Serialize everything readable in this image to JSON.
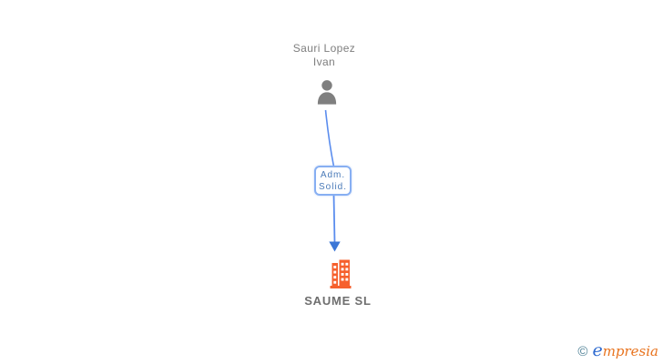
{
  "diagram": {
    "person": {
      "name_line1": "Sauri Lopez",
      "name_line2": "Ivan",
      "icon_color": "#7f7f7f",
      "text_color": "#7e7e7e"
    },
    "relation": {
      "label_line1": "Adm.",
      "label_line2": "Solid.",
      "border_color": "#87aff2",
      "text_color": "#4a7ab8"
    },
    "connector": {
      "line_color": "#5b8dee",
      "arrow_color": "#3c77d6"
    },
    "company": {
      "name": "SAUME SL",
      "icon_color": "#f6602d",
      "text_color": "#6e6e6e"
    }
  },
  "footer": {
    "copyright_symbol": "©",
    "brand_initial": "e",
    "brand_rest": "mpresia",
    "copyright_color": "#4d8096",
    "brand_initial_color": "#2f6bd0",
    "brand_rest_color": "#e8731e"
  }
}
